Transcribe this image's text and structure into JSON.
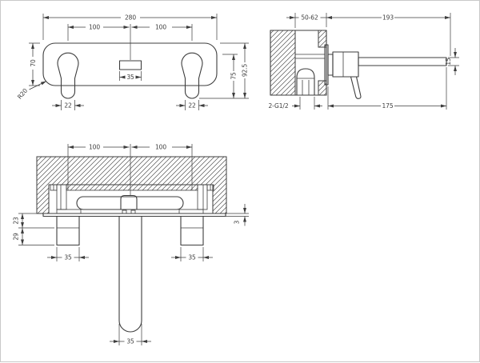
{
  "colors": {
    "line": "#3d3d3d",
    "hatch": "#4a4a4a",
    "background": "#ffffff",
    "frame": "#c9c9c9"
  },
  "front_view": {
    "dims": {
      "overall_width": "280",
      "pitch_left": "100",
      "pitch_right": "100",
      "plate_height": "70",
      "corner_radius": "R20",
      "spout_slot_width": "35",
      "handle_slot_left": "22",
      "handle_slot_right": "22",
      "inner_height": "75",
      "overall_height": "92.5"
    }
  },
  "side_view": {
    "dims": {
      "wall_depth_range": "50-62",
      "spout_reach": "193",
      "spout_tip_height": "15",
      "spout_length": "175",
      "inlet_thread": "2-G1/2"
    }
  },
  "plan_view": {
    "dims": {
      "pitch_left": "100",
      "pitch_right": "100",
      "plate_offset": "23",
      "handle_projection": "29",
      "plate_thickness": "3",
      "handle_width_left": "35",
      "handle_width_right": "35",
      "spout_width": "35"
    }
  }
}
